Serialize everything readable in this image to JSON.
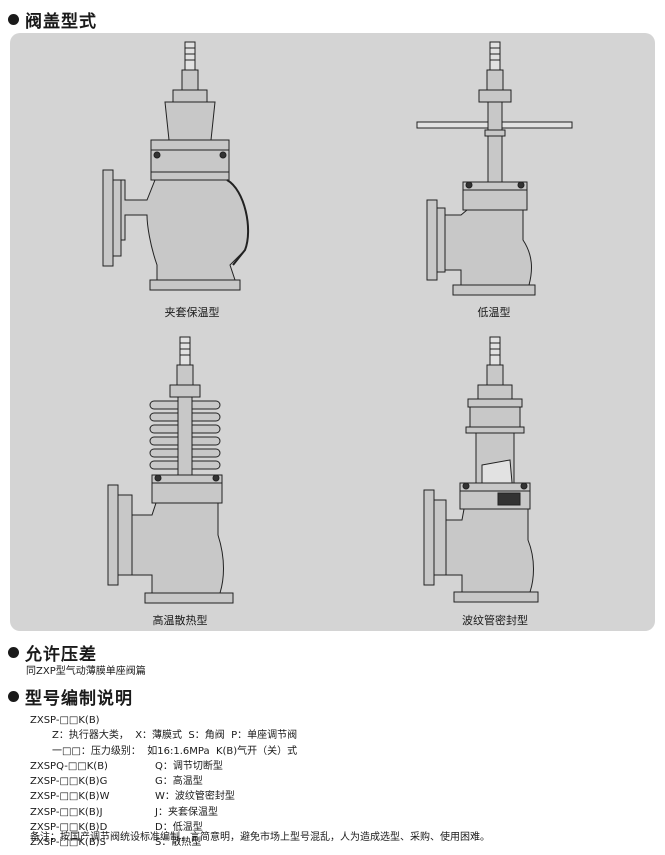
{
  "sections": {
    "bonnet_title": "阀盖型式",
    "dp_title": "允许压差",
    "dp_note": "同ZXP型气动薄膜单座阀篇",
    "model_title": "型号编制说明"
  },
  "captions": {
    "jacket": "夹套保温型",
    "low_temp": "低温型",
    "high_temp": "高温散热型",
    "bellows": "波纹管密封型"
  },
  "model": {
    "line1": "ZXSP-□□K(B)",
    "line2": "Z：执行器大类，  X：薄膜式  S：角阀  P：单座调节阀",
    "line3": "一□□：压力级别：  如16:1.6MPa  K(B)气开（关）式",
    "rows": [
      {
        "code": "ZXSPQ-□□K(B)",
        "desc": "Q：调节切断型"
      },
      {
        "code": "ZXSP-□□K(B)G",
        "desc": "G：高温型"
      },
      {
        "code": "ZXSP-□□K(B)W",
        "desc": "W：波纹管密封型"
      },
      {
        "code": "ZXSP-□□K(B)J",
        "desc": "J：夹套保温型"
      },
      {
        "code": "ZXSP-□□K(B)D",
        "desc": "D：低温型"
      },
      {
        "code": "ZXSP-□□K(B)S",
        "desc": "S：散热型"
      }
    ],
    "remark": "备注：按国产调节阀统设标准编制，言简意明，避免市场上型号混乱，人为造成选型、采购、使用困难。"
  }
}
